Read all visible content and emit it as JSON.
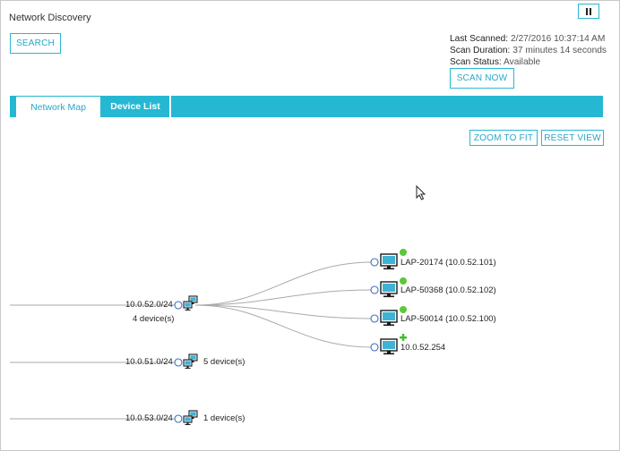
{
  "header": {
    "title": "Network Discovery",
    "search_label": "SEARCH",
    "pause_icon": "pause-icon"
  },
  "scan_info": {
    "last_scanned_label": "Last Scanned:",
    "last_scanned_value": "2/27/2016 10:37:14 AM",
    "duration_label": "Scan Duration:",
    "duration_value": "37 minutes 14 seconds",
    "status_label": "Scan Status:",
    "status_value": "Available",
    "scan_now_label": "SCAN NOW"
  },
  "tabs": [
    {
      "label": "Network Map",
      "active": true
    },
    {
      "label": "Device List",
      "active": false
    }
  ],
  "map_controls": {
    "zoom_label": "ZOOM TO FIT",
    "reset_label": "RESET VIEW"
  },
  "subnets": [
    {
      "name": "10.0.52.0/24",
      "count": "4 device(s)"
    },
    {
      "name": "10.0.51.0/24",
      "count": "5 device(s)"
    },
    {
      "name": "10.0.53.0/24",
      "count": "1 device(s)"
    }
  ],
  "devices": [
    {
      "label": "LAP-20174 (10.0.52.101)",
      "status": "online"
    },
    {
      "label": "LAP-50368 (10.0.52.102)",
      "status": "online"
    },
    {
      "label": "LAP-50014 (10.0.52.100)",
      "status": "online"
    },
    {
      "label": "10.0.52.254",
      "status": "new"
    }
  ],
  "colors": {
    "accent": "#26b8d3",
    "online": "#5cc83a",
    "new": "#3fbf2c"
  }
}
